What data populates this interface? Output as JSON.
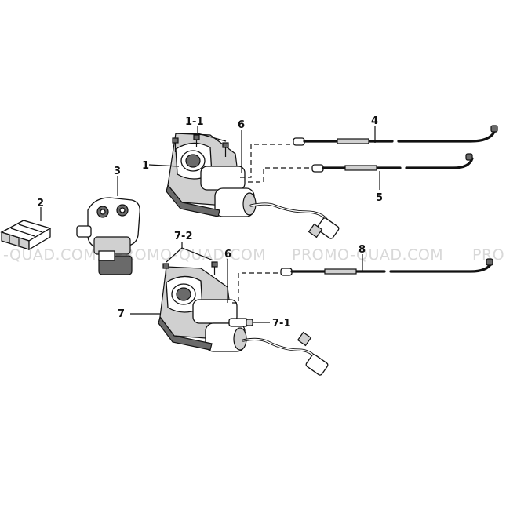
{
  "watermark": {
    "left": "-QUAD.COM",
    "center": "PROMO-QUAD.COM",
    "right": "PROMO-QUAD.COM",
    "edge": "PRO"
  },
  "callouts": {
    "c1": "1",
    "c1_1": "1-1",
    "c2": "2",
    "c3": "3",
    "c4": "4",
    "c5": "5",
    "c6_top": "6",
    "c6_bottom": "6",
    "c7": "7",
    "c7_1": "7-1",
    "c7_2": "7-2",
    "c8": "8"
  }
}
